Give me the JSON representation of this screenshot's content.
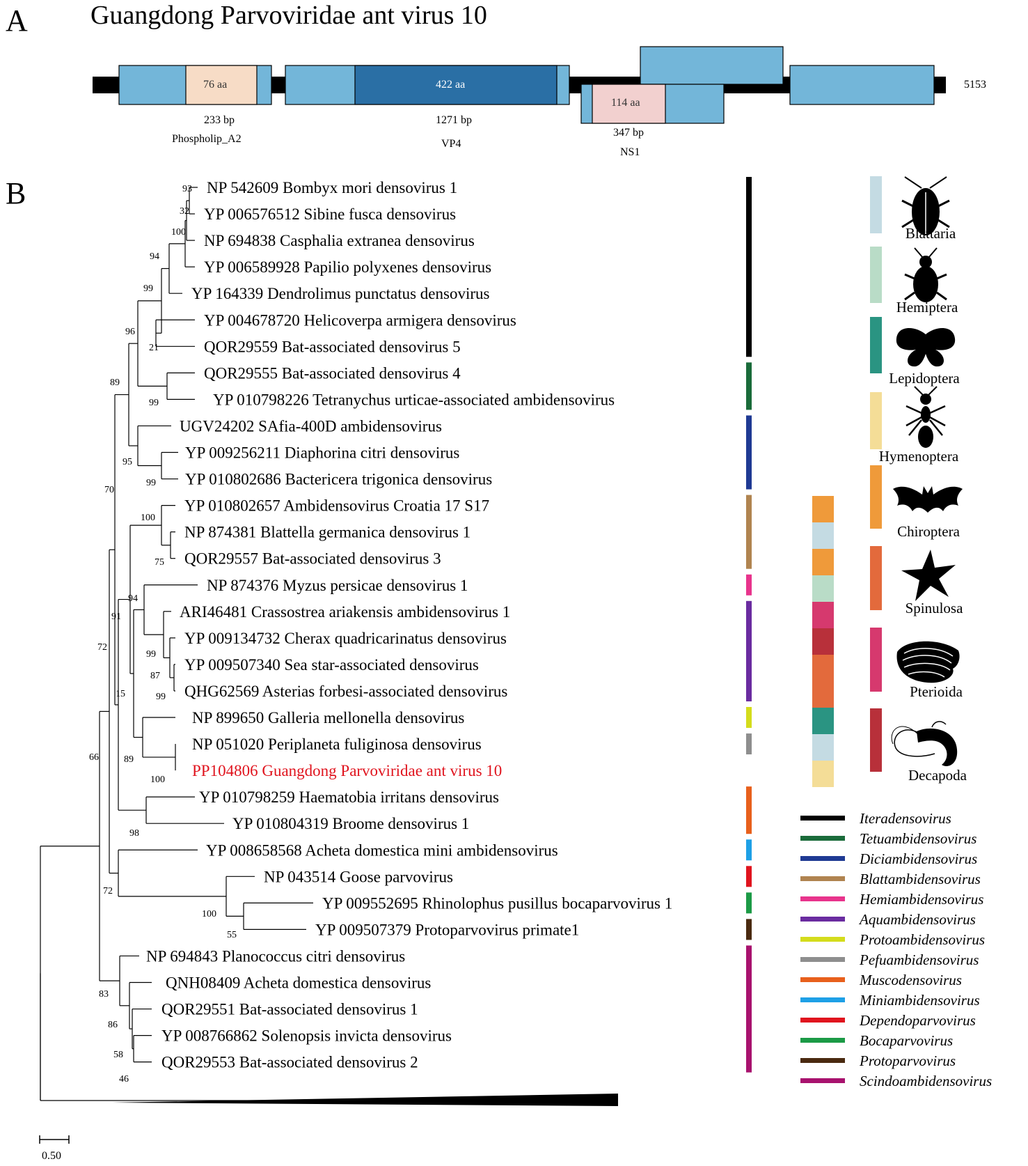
{
  "panel_a": {
    "letter": "A",
    "title": "Guangdong Parvoviridae ant virus 10",
    "genome_length": "5153",
    "domains": [
      {
        "aa": "76 aa",
        "bp": "233 bp",
        "name": "Phospholip_A2"
      },
      {
        "aa": "422 aa",
        "bp": "1271 bp",
        "name": "VP4"
      },
      {
        "aa": "114 aa",
        "bp": "347 bp",
        "name": "NS1"
      }
    ]
  },
  "panel_b": {
    "letter": "B",
    "scale_label": "0.50",
    "leaves": [
      {
        "label": "NP 542609 Bombyx mori densovirus 1",
        "highlight": false
      },
      {
        "label": "YP 006576512 Sibine fusca densovirus",
        "highlight": false
      },
      {
        "label": "NP 694838 Casphalia extranea densovirus",
        "highlight": false
      },
      {
        "label": "YP 006589928 Papilio polyxenes densovirus",
        "highlight": false
      },
      {
        "label": "YP 164339 Dendrolimus punctatus densovirus",
        "highlight": false
      },
      {
        "label": "YP 004678720 Helicoverpa armigera densovirus",
        "highlight": false
      },
      {
        "label": "QOR29559 Bat-associated densovirus 5",
        "highlight": false
      },
      {
        "label": "QOR29555 Bat-associated densovirus 4",
        "highlight": false
      },
      {
        "label": "YP 010798226 Tetranychus urticae-associated ambidensovirus",
        "highlight": false
      },
      {
        "label": "UGV24202 SAfia-400D ambidensovirus",
        "highlight": false
      },
      {
        "label": "YP 009256211 Diaphorina citri densovirus",
        "highlight": false
      },
      {
        "label": "YP 010802686 Bactericera trigonica densovirus",
        "highlight": false
      },
      {
        "label": "YP 010802657 Ambidensovirus Croatia 17 S17",
        "highlight": false
      },
      {
        "label": "NP 874381 Blattella germanica densovirus 1",
        "highlight": false
      },
      {
        "label": "QOR29557 Bat-associated densovirus 3",
        "highlight": false
      },
      {
        "label": "NP 874376 Myzus persicae densovirus 1",
        "highlight": false
      },
      {
        "label": "ARI46481 Crassostrea ariakensis ambidensovirus 1",
        "highlight": false
      },
      {
        "label": "YP 009134732 Cherax quadricarinatus densovirus",
        "highlight": false
      },
      {
        "label": "YP 009507340 Sea star-associated densovirus",
        "highlight": false
      },
      {
        "label": "QHG62569 Asterias forbesi-associated densovirus",
        "highlight": false
      },
      {
        "label": "NP 899650 Galleria mellonella densovirus",
        "highlight": false
      },
      {
        "label": "NP 051020 Periplaneta fuliginosa densovirus",
        "highlight": false
      },
      {
        "label": "PP104806 Guangdong Parvoviridae ant virus 10",
        "highlight": true
      },
      {
        "label": "YP 010798259 Haematobia irritans densovirus",
        "highlight": false
      },
      {
        "label": "YP 010804319 Broome densovirus 1",
        "highlight": false
      },
      {
        "label": "YP 008658568 Acheta domestica mini ambidensovirus",
        "highlight": false
      },
      {
        "label": "NP 043514 Goose parvovirus",
        "highlight": false
      },
      {
        "label": "YP 009552695 Rhinolophus pusillus bocaparvovirus 1",
        "highlight": false
      },
      {
        "label": "YP 009507379 Protoparvovirus primate1",
        "highlight": false
      },
      {
        "label": "NP 694843 Planococcus citri densovirus",
        "highlight": false
      },
      {
        "label": "QNH08409 Acheta domestica densovirus",
        "highlight": false
      },
      {
        "label": "QOR29551 Bat-associated densovirus 1",
        "highlight": false
      },
      {
        "label": "YP 008766862 Solenopsis invicta densovirus",
        "highlight": false
      },
      {
        "label": "QOR29553 Bat-associated densovirus 2",
        "highlight": false
      }
    ],
    "bootstraps": [
      "93",
      "32",
      "100",
      "94",
      "99",
      "96",
      "21",
      "89",
      "99",
      "95",
      "99",
      "70",
      "100",
      "75",
      "94",
      "91",
      "99",
      "87",
      "99",
      "15",
      "89",
      "100",
      "72",
      "98",
      "66",
      "72",
      "100",
      "55",
      "83",
      "86",
      "58",
      "46"
    ],
    "genus_legend": [
      {
        "name": "Iteradensovirus",
        "color": "#000000"
      },
      {
        "name": "Tetuambidensovirus",
        "color": "#1a6b3a"
      },
      {
        "name": "Diciambidensovirus",
        "color": "#1f3a93"
      },
      {
        "name": "Blattambidensovirus",
        "color": "#b08450"
      },
      {
        "name": "Hemiambidensovirus",
        "color": "#e8348c"
      },
      {
        "name": "Aquambidensovirus",
        "color": "#6a2ca0"
      },
      {
        "name": "Protoambidensovirus",
        "color": "#d4dc1c"
      },
      {
        "name": "Pefuambidensovirus",
        "color": "#8e8e8e"
      },
      {
        "name": "Muscodensovirus",
        "color": "#e8601c"
      },
      {
        "name": "Miniambidensovirus",
        "color": "#1ea0e6"
      },
      {
        "name": "Dependoparvovirus",
        "color": "#e0141e"
      },
      {
        "name": "Bocaparvovirus",
        "color": "#1c9a46"
      },
      {
        "name": "Protoparvovirus",
        "color": "#4a2a10"
      },
      {
        "name": "Scindoambidensovirus",
        "color": "#a8126e"
      }
    ],
    "host_orders": [
      {
        "name": "Blattaria",
        "color": "#c4dbe3",
        "icon": "cockroach-icon"
      },
      {
        "name": "Hemiptera",
        "color": "#b9dcc7",
        "icon": "bug-icon"
      },
      {
        "name": "Lepidoptera",
        "color": "#2a9482",
        "icon": "moth-icon"
      },
      {
        "name": "Hymenoptera",
        "color": "#f4dd97",
        "icon": "ant-icon"
      },
      {
        "name": "Chiroptera",
        "color": "#ef9a3a",
        "icon": "bat-icon"
      },
      {
        "name": "Spinulosa",
        "color": "#e36a3c",
        "icon": "starfish-icon"
      },
      {
        "name": "Pterioida",
        "color": "#d6396e",
        "icon": "oyster-icon"
      },
      {
        "name": "Decapoda",
        "color": "#b8303a",
        "icon": "shrimp-icon"
      }
    ]
  }
}
